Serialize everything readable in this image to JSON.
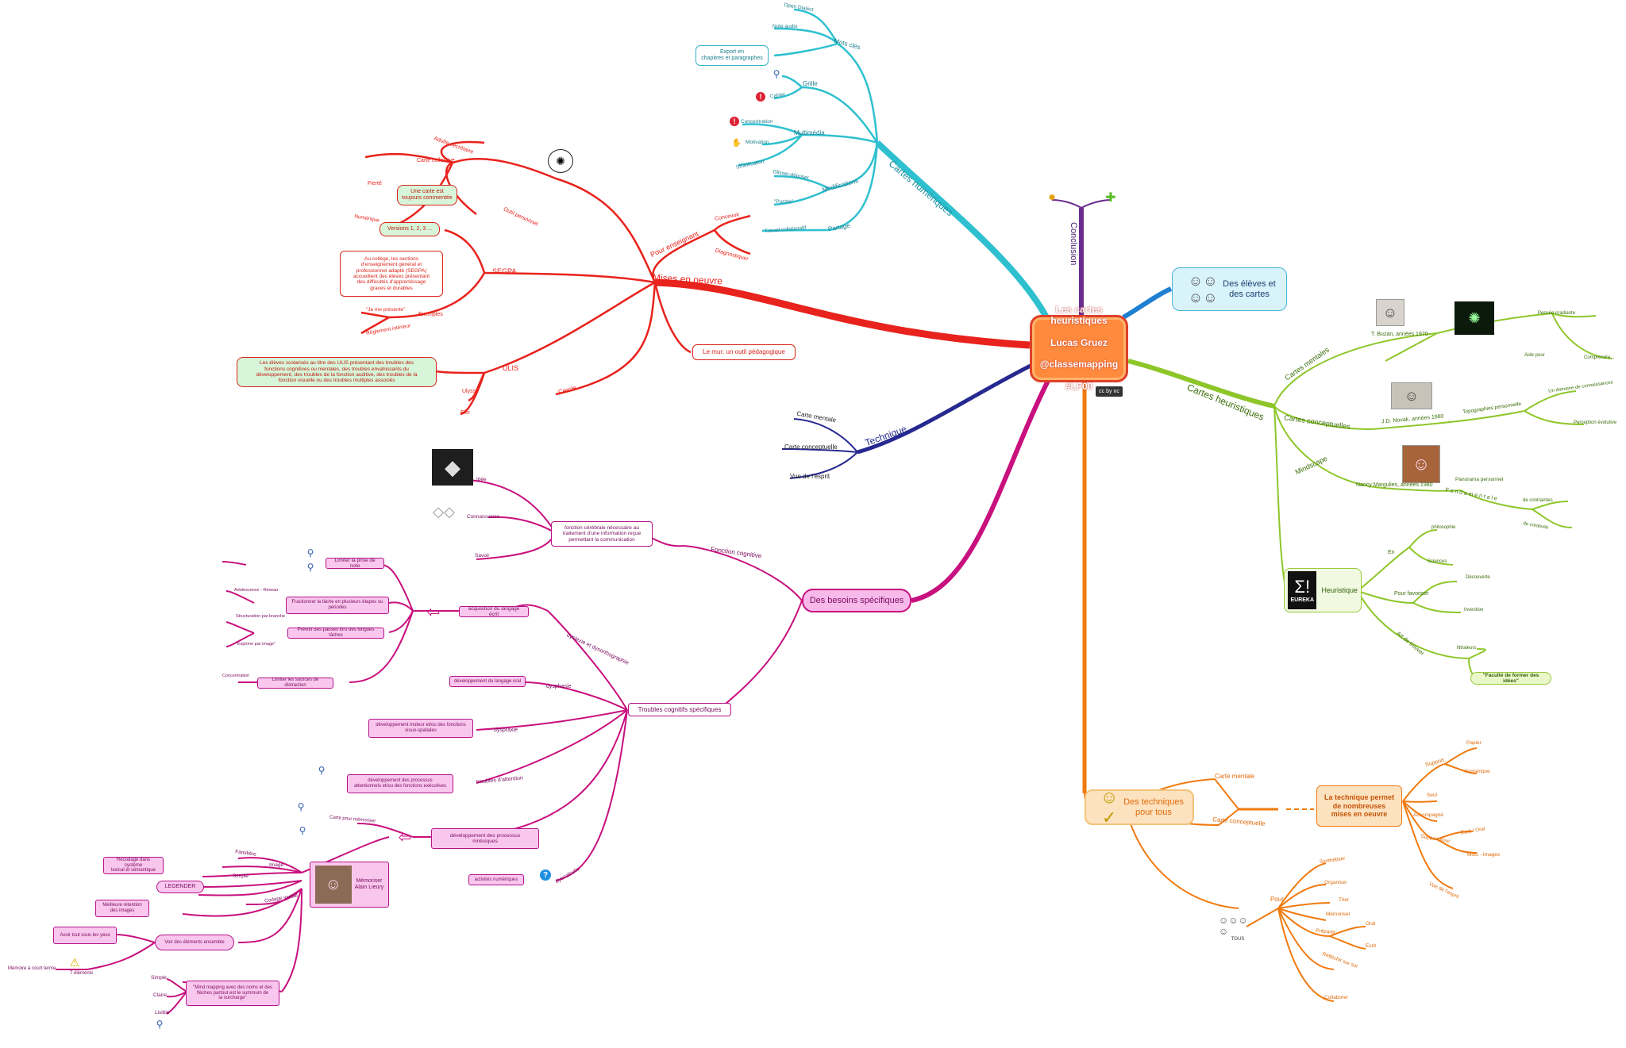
{
  "central": {
    "lines": [
      "Les cartes heuristiques",
      "Lucas Gruez",
      "@classemapping",
      "#LF00"
    ]
  },
  "colors": {
    "red": "#e8221c",
    "teal": "#2fc0cf",
    "purple": "#6b2d8f",
    "blue": "#1f7fd0",
    "lime": "#8ec62a",
    "navy": "#26298f",
    "magenta": "#c8107e",
    "orange": "#f07a10"
  },
  "branches": {
    "mises": {
      "label": "Mises en oeuvre"
    },
    "cartes_num": {
      "label": "Cartes numériques"
    },
    "conclusion": {
      "label": "Conclusion"
    },
    "eleves": {
      "label": "Des élèves et\ndes cartes"
    },
    "heuristiques": {
      "label": "Cartes heuristiques"
    },
    "technique": {
      "label": "Technique"
    },
    "besoins": {
      "label": "Des besoins spécifiques"
    },
    "techniques_tous": {
      "label": "Des techniques\npour tous"
    }
  },
  "mises": {
    "pour_enseignant": "Pour enseignant",
    "concevoir": "Concevoir",
    "diagnostiquer": "Diagnostiquer",
    "outil_personnel": "Outil personnel",
    "adulte_secretaire": "Adulte secrétaire",
    "carte_collective": "Carte collective",
    "fierte": "Fierté",
    "carte_commentee": "Une carte est\ntoujours commentée",
    "numerique": "Numérique",
    "versions": "Versions 1, 2, 3 ...",
    "segpa": "SEGPA",
    "segpa_text": "Au collège, les sections\nd'enseignement général et\nprofessionnel adapté (SEGPA)\naccueillent des élèves présentant\ndes difficultés d'apprentissage\ngraves et durables",
    "exemples": "Exemples",
    "je_me_presente": "\"Je me présente\"",
    "reglement": "Règlement intérieur",
    "ulis": "ULIS",
    "ulis_text": "Les élèves scolarisés au titre des ULIS présentant des troubles des\nfonctions cognitives ou mentales, des troubles envahissants du\ndéveloppement, des troubles de la fonction auditive, des troubles de la\nfonction visuelle ou des troubles multiples associés",
    "ulysse": "Ulysse",
    "elei": "Elei",
    "cercle": "Cercle",
    "le_mur": "Le mur: un outil pédagogique"
  },
  "cartes_num": {
    "mots_cles": "Mots clés",
    "open_dialect": "Open Dialect",
    "note_audio": "Note audio",
    "export": "Export en\nchapitres et paragraphes",
    "grille": "Grille",
    "cahier": "Cahier",
    "multimedia": "Multimédia",
    "concentration": "Concentration",
    "motivation": "Motivation",
    "stratification": "Stratification",
    "modifications": "Modifications",
    "glisser": "Glisser-déposer",
    "puzzle": "\"Puzzle\"",
    "partage": "Partage",
    "travail_collab": "Travail collaboratif"
  },
  "technique": {
    "carte_mentale": "Carte mentale",
    "carte_conceptuelle": "Carte conceptuelle",
    "vue_esprit": "Vue de l'esprit"
  },
  "heuristiques": {
    "cartes_mentales": "Cartes mentales",
    "buzan": "T. Buzan, années 1970",
    "pensee_irradiante": "Pensée irradiante",
    "aide_pour": "Aide pour",
    "comprendre": "Comprendre...",
    "cartes_conceptuelles": "Cartes conceptuelles",
    "novak": "J.D. Novak, années 1980",
    "topographies": "Topographies personnelle",
    "domaine": "Un domaine de connaissances",
    "perception": "Perception évolutive",
    "mindscape": "Mindscape",
    "margulies": "Nancy Margulies, années 1980",
    "panorama": "Panorama personnel",
    "fondamentale": "F o n d a m e n t a l e",
    "contraintes": "de contraintes",
    "creativite": "de créativité",
    "heuristique": "Heuristique",
    "eureka": "EUREKA",
    "en": "En",
    "philosophie": "philosophie",
    "sciences": "Sciences",
    "pour_favoriser": "Pour favoriser",
    "decouverte": "Découverte",
    "invention": "Invention",
    "art_de_trouver": "Art de trouver",
    "littraleurs": "littraleurs",
    "faculte": "\"Faculté de former des idées\""
  },
  "besoins": {
    "fonction_cognitive": "Fonction cognitive",
    "fonction_text": "fonction cérébrale nécessaire au\ntraitement d'une information reçue\npermettant la communication",
    "idee": "Idée",
    "connaissance": "Connaissance",
    "savoir": "Savoir",
    "troubles": "Troubles cognitifs spécifiques",
    "dyslexie": "dyslexie et dysorthographie",
    "acquisition": "acquisition du langage écrit",
    "limiter_prise": "Limiter la prise de note",
    "fractionner": "Fractionner la tâche en plusieurs étapes ou\npériodes",
    "adolescence": "Adolescence - Réseau",
    "structuration": "Structuration par branche",
    "prevoir": "Prévoir des pauses lors des longues tâches",
    "exprime": "\"Exprime par image\"",
    "limiter_sources": "Limiter les sources de distraction",
    "concentration": "Concentration",
    "dysphasie": "dysphasie",
    "dev_langage_oral": "développement du langage oral",
    "dyspraxie": "dyspraxie",
    "dev_moteur": "développement moteur et/ou des fonctions\nvisuo-spatiales",
    "troubles_attention": "troubles d'attention",
    "dev_attention": "développement des processus\nattentionnels et/ou des fonctions exécutives",
    "dev_mnesiques": "développement des processus\nmnésiques",
    "carte_memoriser": "Carte pour mémoriser",
    "dyscalculie": "dyscalculie",
    "activites_num": "activités numériques",
    "memoriser_lieury": "Mémoriser\nAlain Lieury",
    "image": "Image",
    "familiere": "Familière",
    "simple": "Simple",
    "recodage": "Recodage dans système\nlexical et sémantique",
    "legender": "LEGENDER",
    "codage_verbal": "Codage verbal",
    "meilleure_retention": "Meilleure rétention\ndes images",
    "voir_elements": "Voir des éléments ensemble",
    "avoir_tout": "Avoir tout sous les yeux",
    "memoire_court": "Mémoire à court terme",
    "sept_elements": "7 éléments",
    "simple2": "Simple",
    "claire": "Claire",
    "lisible": "Lisible",
    "mind_mapping": "\"Mind mapping avec des noms et des\nflèches partout est le summum de\nla surcharge\""
  },
  "techniques_tous": {
    "carte_mentale": "Carte mentale",
    "carte_conceptuelle": "Carte conceptuelle",
    "technique_box": "La technique permet\nde nombreuses\nmises en oeuvre",
    "support": "Support",
    "papier": "Papier",
    "numerique": "Numérique",
    "seul": "Seul",
    "accompagne": "Accompagné",
    "support_pour": "Support pour",
    "ecrit_oral": "Ecrit / Oral",
    "mots_images": "Mots - Images",
    "vue_esprit": "Vue de l'esprit",
    "pour": "Pour",
    "synthetiser": "Synthétiser",
    "organiser": "Organiser",
    "trier": "Trier",
    "memoriser": "Mémoriser",
    "preparer": "Préparer",
    "oral": "Oral",
    "ecrit": "Ecrit",
    "reflechir": "Réfléchir sur soi",
    "collaborer": "Collaborer",
    "tous": "TOUS"
  },
  "icons": [
    "idea-bubble-icon",
    "lightbulb-icon",
    "plus-icon",
    "creative-commons-icon",
    "magnifier-icon",
    "exclamation-icon",
    "motivation-icon",
    "people-icon",
    "smiley-check-icon",
    "warning-icon",
    "question-icon",
    "diamond-image-icon",
    "sigma-eureka-icon",
    "portrait-icon",
    "neuron-image-icon"
  ]
}
